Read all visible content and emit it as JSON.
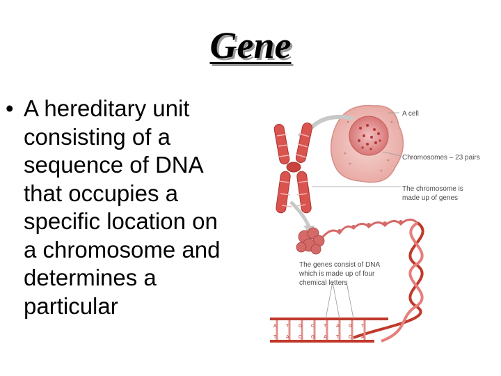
{
  "slide": {
    "title": "Gene",
    "bullet_symbol": "•",
    "bullet_text": "A hereditary unit\nconsisting of a\nsequence of DNA\nthat occupies a\nspecific location on\na chromosome and\ndetermines a\nparticular"
  },
  "diagram": {
    "label_cell": "A cell",
    "label_chromosomes": "Chromosomes – 23 pairs",
    "label_chromosome_line1": "The chromosome is",
    "label_chromosome_line2": "made up of genes",
    "label_dna_line1": "The genes consist of DNA",
    "label_dna_line2": "which is made up of four",
    "label_dna_line3": "chemical letters",
    "bases_top": [
      "A",
      "T",
      "G",
      "C",
      "T",
      "A",
      "G",
      "T"
    ],
    "bases_bottom": [
      "T",
      "A",
      "C",
      "G",
      "A",
      "T",
      "C",
      "A"
    ]
  }
}
